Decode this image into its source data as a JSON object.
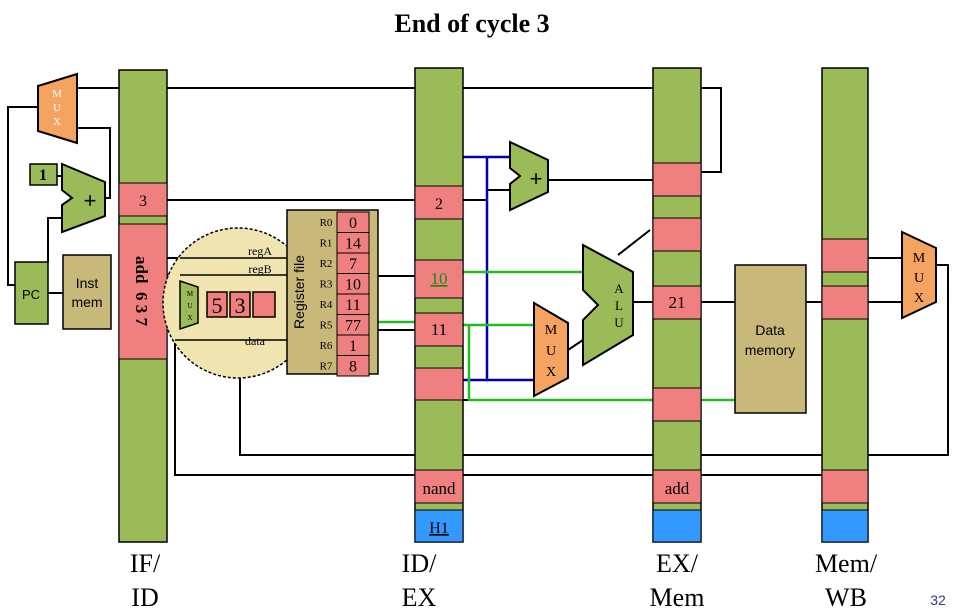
{
  "title": "End of cycle 3",
  "slide_number": "32",
  "colors": {
    "pipe": "#9bbb59",
    "reg": "#f08080",
    "hazard": "#3399ff",
    "mux": "#f4a460",
    "mem": "#c8b87a",
    "blue_wire": "#0000aa",
    "green_wire": "#22bb22"
  },
  "stages": {
    "if_id": {
      "label_top": "IF/",
      "label_bottom": "ID",
      "pc_plus_one": "3",
      "instruction": "add  6 3 7"
    },
    "id_ex": {
      "label_top": "ID/",
      "label_bottom": "EX",
      "pc_plus_one": "2",
      "regA_val": "10",
      "regB_val": "11",
      "op": "nand",
      "hazard": "H1"
    },
    "ex_mem": {
      "label_top": "EX/",
      "label_bottom": "Mem",
      "alu_result": "21",
      "op": "add"
    },
    "mem_wb": {
      "label_top": "Mem/",
      "label_bottom": "WB"
    }
  },
  "components": {
    "pc": "PC",
    "inst_mem": [
      "Inst",
      "mem"
    ],
    "const_one": "1",
    "adder_symbol": "+",
    "mux_letters": [
      "M",
      "U",
      "X"
    ],
    "alu_letters": [
      "A",
      "L",
      "U"
    ],
    "data_memory": [
      "Data",
      "memory"
    ],
    "register_file_label": "Register file",
    "reg_a_label": "regA",
    "reg_b_label": "regB",
    "data_label": "data",
    "regA_num": "5",
    "regB_num": "3"
  },
  "registers": [
    {
      "name": "R0",
      "value": "0"
    },
    {
      "name": "R1",
      "value": "14"
    },
    {
      "name": "R2",
      "value": "7"
    },
    {
      "name": "R3",
      "value": "10"
    },
    {
      "name": "R4",
      "value": "11"
    },
    {
      "name": "R5",
      "value": "77"
    },
    {
      "name": "R6",
      "value": "1"
    },
    {
      "name": "R7",
      "value": "8"
    }
  ]
}
